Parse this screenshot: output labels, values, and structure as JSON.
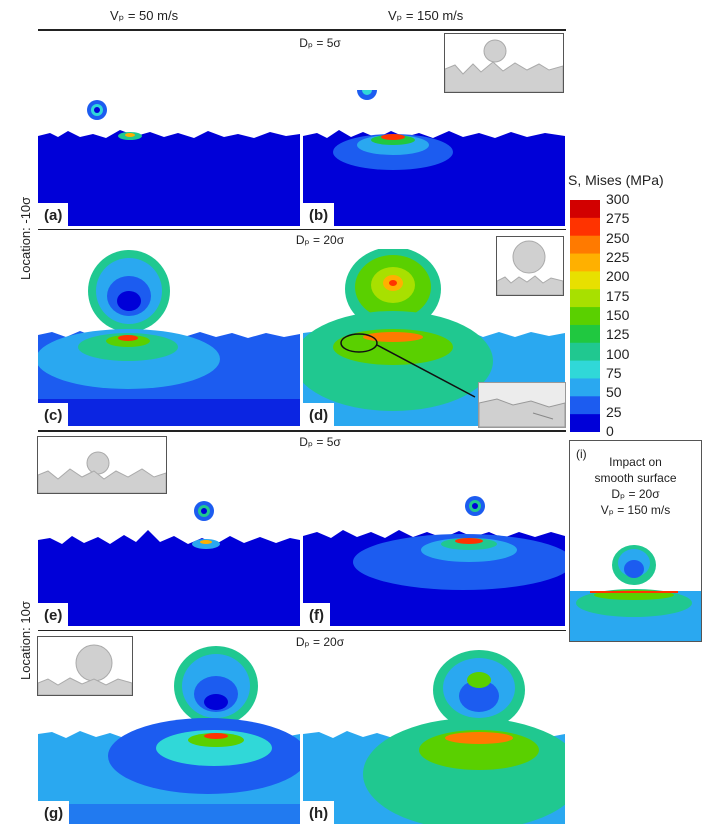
{
  "headers": {
    "left": "Vₚ = 50 m/s",
    "right": "Vₚ = 150 m/s"
  },
  "sections": [
    {
      "label": "Dₚ = 5σ"
    },
    {
      "label": "Dₚ = 20σ"
    },
    {
      "label": "Dₚ = 5σ"
    },
    {
      "label": "Dₚ = 20σ"
    }
  ],
  "locations": {
    "top": "Location: -10σ",
    "bottom": "Location: 10σ"
  },
  "panels": [
    "(a)",
    "(b)",
    "(c)",
    "(d)",
    "(e)",
    "(f)",
    "(g)",
    "(h)"
  ],
  "legend": {
    "title": "S, Mises (MPa)",
    "ticks": [
      "300",
      "275",
      "250",
      "225",
      "200",
      "175",
      "150",
      "125",
      "100",
      "75",
      "50",
      "25",
      "0"
    ],
    "colors": [
      "#d20000",
      "#ff3300",
      "#ff7a00",
      "#ffb000",
      "#e8e000",
      "#a8e000",
      "#5ad000",
      "#20c840",
      "#20c890",
      "#30d8d8",
      "#2aa8f0",
      "#1c5cf0",
      "#0000d8"
    ]
  },
  "inset_i": {
    "label": "(i)",
    "line1": "Impact on",
    "line2": "smooth surface",
    "line3": "Dₚ = 20σ",
    "line4": "Vₚ = 150 m/s"
  }
}
